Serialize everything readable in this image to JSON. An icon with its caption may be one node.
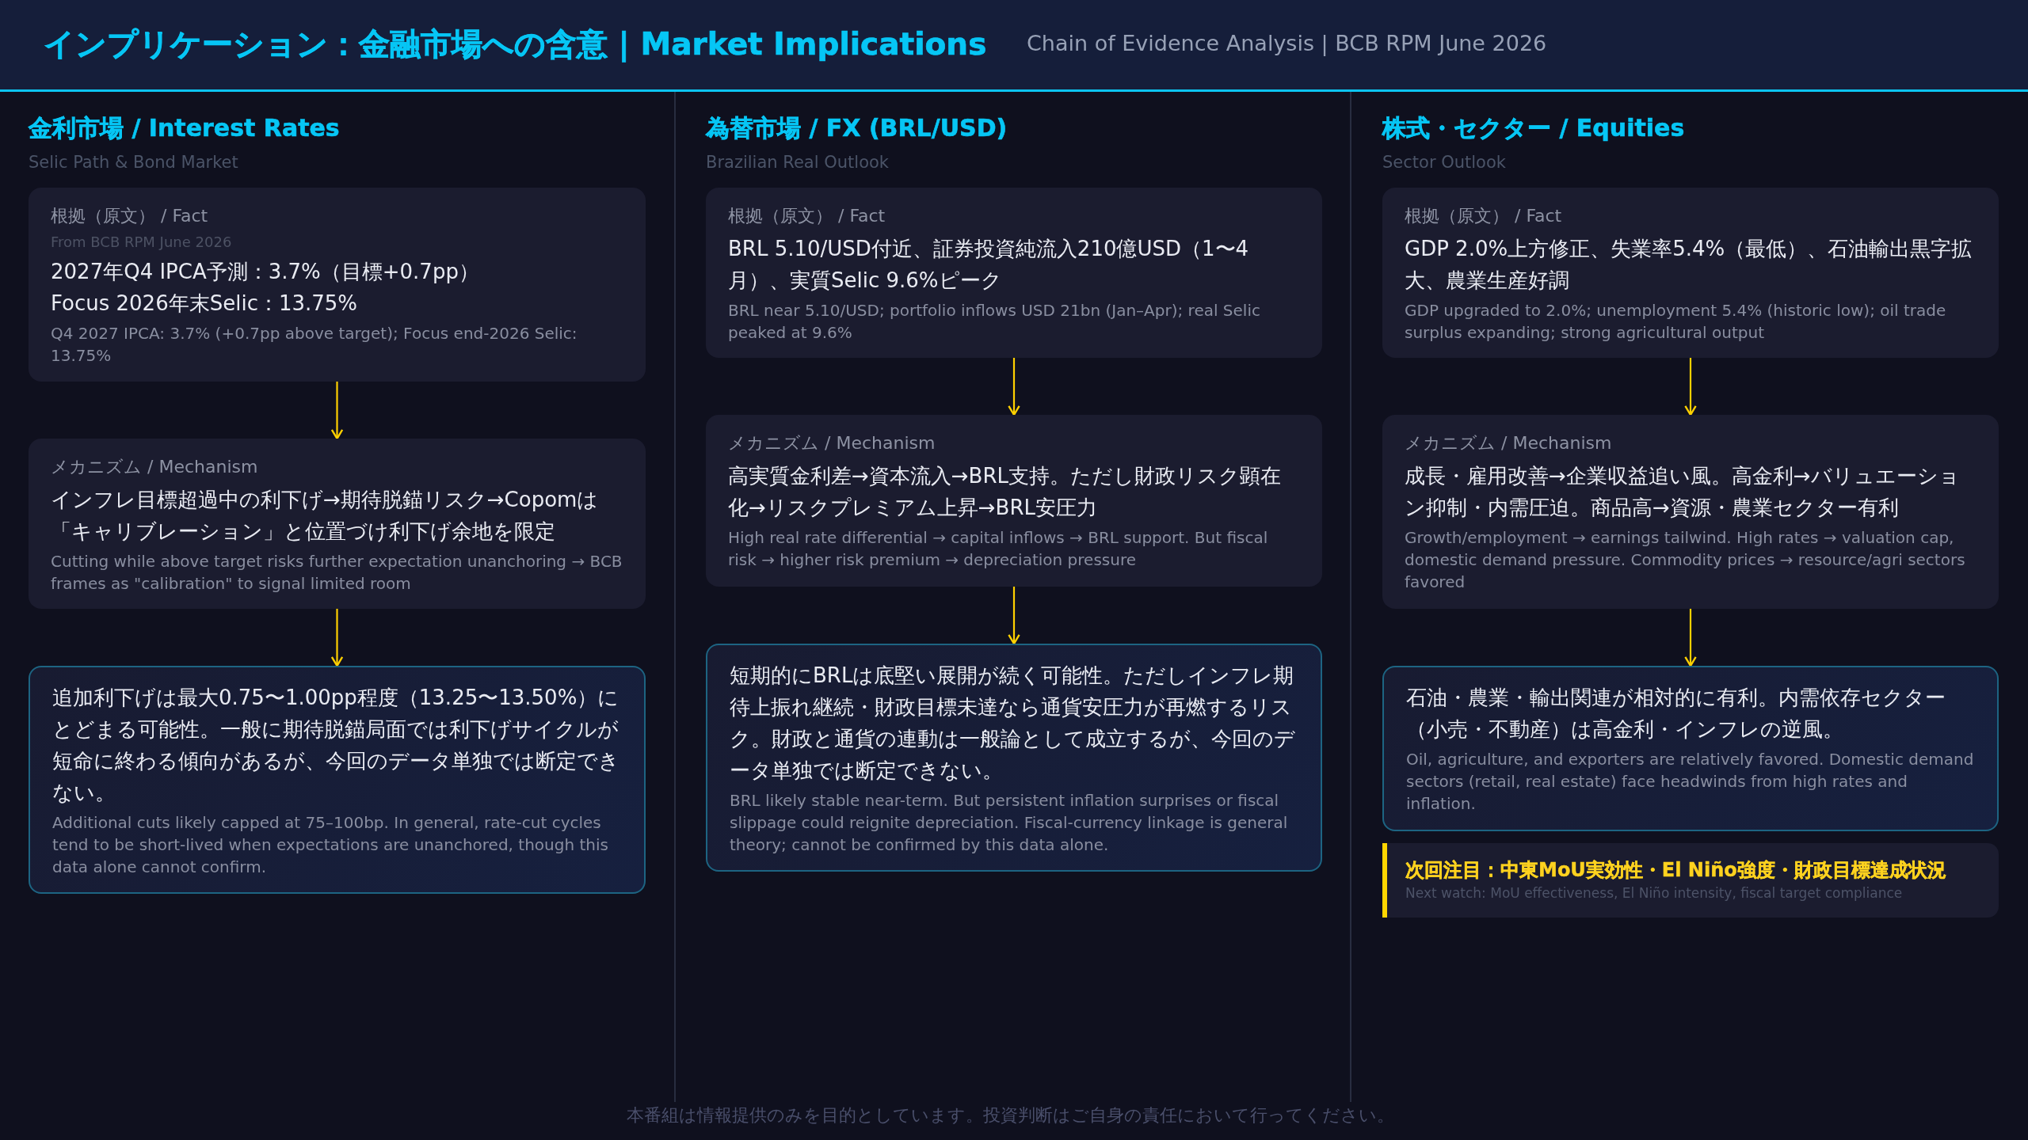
{
  "diagram": {
    "title": "インプリケーション：金融市場への含意 | Market Implications",
    "nodes": [
      {
        "text": [
          "金利市場 / Interest Rates",
          "Selic Path & Bond Market"
        ]
      },
      {
        "text": [
          "根拠（原文） / Fact",
          "From BCB RPM June 2026",
          "2027年Q4 IPCA予測：3.7%（目標+0.7pp）",
          "Focus 2026年末Selic：13.75%",
          "Q4 2027 IPCA: 3.7% (+0.7pp above target); Focus end-2026 Selic: 13.75%"
        ],
        "in": 0
      },
      {
        "text": [
          "メカニズム / Mechanism",
          "インフレ目標超過中の利下げ→期待脱錨リスク→Copomは「キャリブレーション」と位置づけ利下げ余地を限定",
          "Cutting while above target risks further expectation unanchoring → BCB frames as \"calibration\" to signal limited room"
        ],
        "in": 0
      },
      {
        "text": [
          "追加利下げは最大0.75〜1.00pp程度（13.25〜13.50%）にとどまる可能性。一般に期待脱錨局面では利下げサイクルが短命に終わる傾向があるが、今回のデータ単独では断定できない。",
          "Additional cuts likely capped at 75–100bp. In general, rate-cut cycles tend to be short-lived when expectations are unanchored, though this data alone cannot confirm."
        ],
        "in": 0
      },
      {
        "text": [
          "為替市場 / FX (BRL/USD)",
          "Brazilian Real Outlook"
        ]
      },
      {
        "text": [
          "根拠（原文） / Fact",
          "BRL 5.10/USD付近、証券投資純流入210億USD（1〜4月）、実質Selic 9.6%ピーク",
          "BRL near 5.10/USD; portfolio inflows USD 21bn (Jan–Apr); real Selic peaked at 9.6%"
        ],
        "in": 4
      },
      {
        "text": [
          "メカニズム / Mechanism",
          "高実質金利差→資本流入→BRL支持。ただし財政リスク顕在化→リスクプレミアム上昇→BRL安圧力",
          "High real rate differential → capital inflows → BRL support. But fiscal risk → higher risk premium → depreciation pressure"
        ],
        "in": 4
      },
      {
        "text": [
          "短期的にBRLは底堅い展開が続く可能性。ただしインフレ期待上振れ継続・財政目標未達なら通貨安圧力が再燃するリスク。財政と通貨の連動は一般論として成立するが、今回のデータ単独では断定できない。",
          "BRL likely stable near-term. But persistent inflation surprises or fiscal slippage could reignite depreciation. Fiscal-currency linkage is general theory; cannot be confirmed by this data alone."
        ],
        "in": 4
      },
      {
        "text": [
          "株式・セクター / Equities",
          "Sector Outlook"
        ]
      },
      {
        "text": [
          "根拠（原文） / Fact",
          "GDP 2.0%上方修正、失業率5.4%（最低）、石油輸出黒字拡大、農業生産好調",
          "GDP upgraded to 2.0%; unemployment 5.4% (historic low); oil trade surplus expanding; strong agricultural output"
        ],
        "in": 8
      },
      {
        "text": [
          "メカニズム / Mechanism",
          "成長・雇用改善→企業収益追い風。高金利→バリュエーション抑制・内需圧迫。商品高→資源・農業セクター有利",
          "Growth/employment → earnings tailwind. High rates → valuation cap, domestic demand pressure. Commodity prices → resource/agri sectors favored"
        ],
        "in": 8
      },
      {
        "text": [
          "石油・農業・輸出関連が相対的に有利。内需依存セクター（小売・不動産）は高金利・インフレの逆風。",
          "Oil, agriculture, and exporters are relatively favored. Domestic demand sectors (retail, real estate) face headwinds from high rates and inflation."
        ],
        "in": 8
      },
      {
        "text": [
          "次回注目：中東MoU実効性・El Niño強度・財政目標達成状況",
          "Next watch: MoU effectiveness, El Niño intensity, fiscal target compliance"
        ],
        "in": 8
      }
    ],
    "edges": [
      {
        "from": 1,
        "to": 2,
        "arrow": "to"
      },
      {
        "from": 2,
        "to": 3,
        "arrow": "to"
      },
      {
        "from": 5,
        "to": 6,
        "arrow": "to"
      },
      {
        "from": 6,
        "to": 7,
        "arrow": "to"
      },
      {
        "from": 9,
        "to": 10,
        "arrow": "to"
      },
      {
        "from": 10,
        "to": 11,
        "arrow": "to"
      }
    ],
    "labels": [
      "Chain of Evidence Analysis | BCB RPM June 2026",
      "本番組は情報提供のみを目的としています。投資判断はご自身の責任において行ってください。"
    ]
  }
}
